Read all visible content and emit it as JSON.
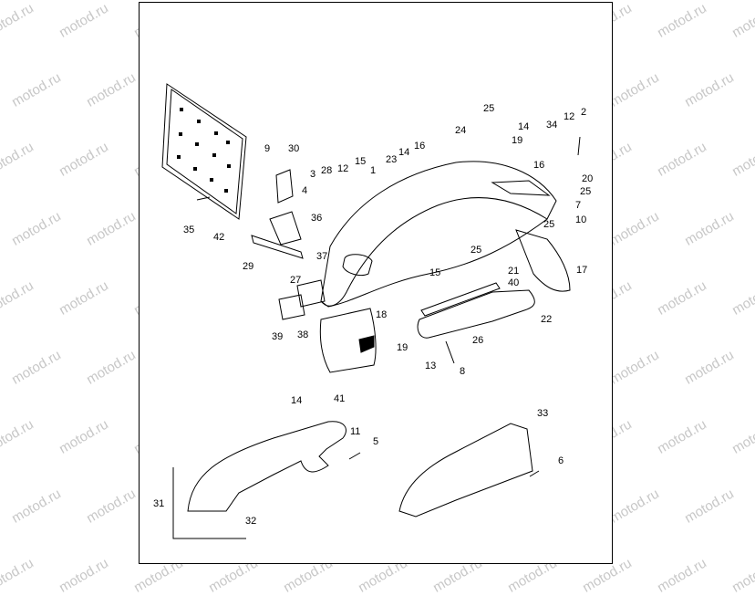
{
  "watermark": "motod.ru",
  "callouts": [
    "1",
    "2",
    "3",
    "4",
    "5",
    "6",
    "7",
    "8",
    "9",
    "10",
    "11",
    "12",
    "13",
    "14",
    "15",
    "16",
    "17",
    "19",
    "20",
    "21",
    "22",
    "23",
    "24",
    "25",
    "26",
    "27",
    "28",
    "29",
    "30",
    "31",
    "32",
    "33",
    "34",
    "35",
    "36",
    "37",
    "38",
    "39",
    "40",
    "41",
    "42"
  ],
  "diagram": {
    "labels": {
      "n1": "1",
      "n2": "2",
      "n3": "3",
      "n4": "4",
      "n5": "5",
      "n6": "6",
      "n7": "7",
      "n8": "8",
      "n9": "9",
      "n10": "10",
      "n11": "11",
      "n12a": "12",
      "n12b": "12",
      "n13": "13",
      "n14a": "14",
      "n14b": "14",
      "n14c": "14",
      "n15a": "15",
      "n15b": "15",
      "n16a": "16",
      "n16b": "16",
      "n17": "17",
      "n18": "18",
      "n19a": "19",
      "n19b": "19",
      "n20": "20",
      "n21": "21",
      "n22": "22",
      "n23": "23",
      "n24": "24",
      "n25a": "25",
      "n25b": "25",
      "n25c": "25",
      "n25d": "25",
      "n26": "26",
      "n27": "27",
      "n28": "28",
      "n29": "29",
      "n30": "30",
      "n31": "31",
      "n32": "32",
      "n33": "33",
      "n34": "34",
      "n35": "35",
      "n36": "36",
      "n37": "37",
      "n38": "38",
      "n39": "39",
      "n40": "40",
      "n41": "41",
      "n42": "42"
    }
  }
}
